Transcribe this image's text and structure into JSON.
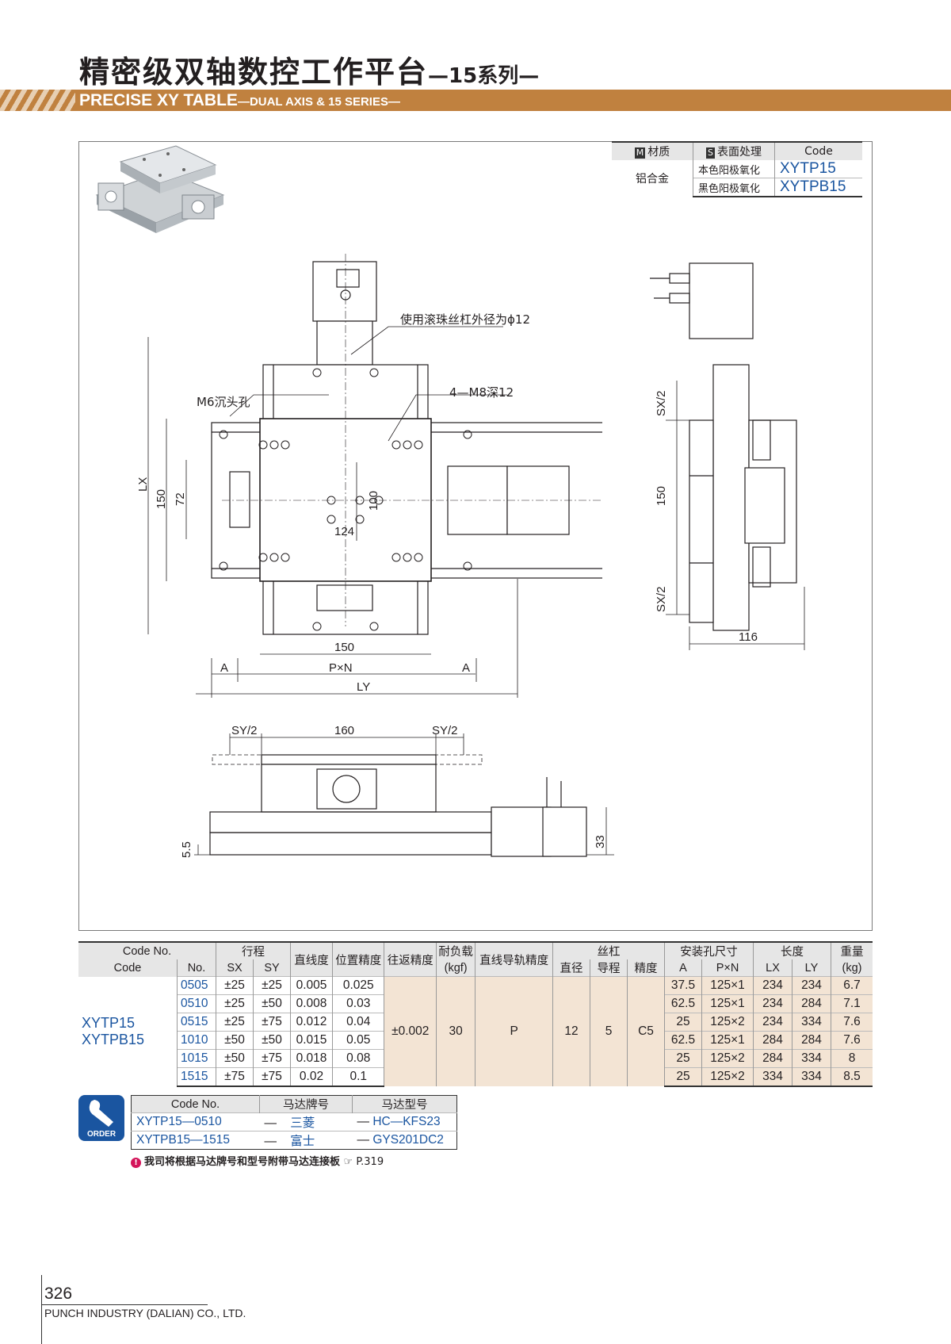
{
  "header": {
    "title_cn": "精密级双轴数控工作平台",
    "title_cn_suffix": "—15系列—",
    "title_en": "PRECISE XY TABLE",
    "title_en_suffix": "—DUAL AXIS & 15 SERIES—"
  },
  "material_table": {
    "headers": {
      "material_badge": "M",
      "material": "材质",
      "surface_badge": "S",
      "surface": "表面处理",
      "code": "Code"
    },
    "material": "铝合金",
    "rows": [
      {
        "surface": "本色阳极氧化",
        "code": "XYTP15"
      },
      {
        "surface": "黑色阳极氧化",
        "code": "XYTPB15"
      }
    ]
  },
  "drawing_labels": {
    "ballscrew_note": "使用滚珠丝杠外径为ϕ12",
    "counterbore": "M6沉头孔",
    "tap": "4—M8深12",
    "lx": "LX",
    "ly": "LY",
    "dim150a": "150",
    "dim72": "72",
    "dim100": "100",
    "dim124": "124",
    "dim150b": "150",
    "pxn": "P×N",
    "a": "A",
    "sx2": "SX/2",
    "side150": "150",
    "dim116": "116",
    "sy2": "SY/2",
    "dim160": "160",
    "dim55": "5.5",
    "dim33": "33"
  },
  "spec_table": {
    "headers": {
      "code_no": "Code No.",
      "code": "Code",
      "no": "No.",
      "stroke": "行程",
      "sx": "SX",
      "sy": "SY",
      "straightness": "直线度",
      "position_accuracy": "位置精度",
      "repeat_accuracy": "往返精度",
      "load": "耐负载",
      "load_unit": "(kgf)",
      "rail_accuracy": "直线导轨精度",
      "screw": "丝杠",
      "screw_dia": "直径",
      "screw_lead": "导程",
      "screw_accuracy": "精度",
      "mount": "安装孔尺寸",
      "mount_a": "A",
      "mount_pxn": "P×N",
      "length": "长度",
      "lx": "LX",
      "ly": "LY",
      "weight": "重量",
      "weight_unit": "(kg)"
    },
    "codes": [
      "XYTP15",
      "XYTPB15"
    ],
    "shared": {
      "repeat": "±0.002",
      "load": "30",
      "rail": "P",
      "dia": "12",
      "lead": "5",
      "accuracy": "C5"
    },
    "rows": [
      {
        "no": "0505",
        "sx": "±25",
        "sy": "±25",
        "straight": "0.005",
        "pos": "0.025",
        "a": "37.5",
        "pxn": "125×1",
        "lx": "234",
        "ly": "234",
        "kg": "6.7"
      },
      {
        "no": "0510",
        "sx": "±25",
        "sy": "±50",
        "straight": "0.008",
        "pos": "0.03",
        "a": "62.5",
        "pxn": "125×1",
        "lx": "234",
        "ly": "284",
        "kg": "7.1"
      },
      {
        "no": "0515",
        "sx": "±25",
        "sy": "±75",
        "straight": "0.012",
        "pos": "0.04",
        "a": "25",
        "pxn": "125×2",
        "lx": "234",
        "ly": "334",
        "kg": "7.6"
      },
      {
        "no": "1010",
        "sx": "±50",
        "sy": "±50",
        "straight": "0.015",
        "pos": "0.05",
        "a": "62.5",
        "pxn": "125×1",
        "lx": "284",
        "ly": "284",
        "kg": "7.6"
      },
      {
        "no": "1015",
        "sx": "±50",
        "sy": "±75",
        "straight": "0.018",
        "pos": "0.08",
        "a": "25",
        "pxn": "125×2",
        "lx": "284",
        "ly": "334",
        "kg": "8"
      },
      {
        "no": "1515",
        "sx": "±75",
        "sy": "±75",
        "straight": "0.02",
        "pos": "0.1",
        "a": "25",
        "pxn": "125×2",
        "lx": "334",
        "ly": "334",
        "kg": "8.5"
      }
    ]
  },
  "order": {
    "icon_label": "ORDER",
    "headers": {
      "code": "Code No.",
      "brand": "马达牌号",
      "model": "马达型号"
    },
    "rows": [
      {
        "code": "XYTP15—0510",
        "brand": "三菱",
        "model": "HC—KFS23"
      },
      {
        "code": "XYTPB15—1515",
        "brand": "富士",
        "model": "GYS201DC2"
      }
    ],
    "dash": "—",
    "note_mark": "!",
    "note": "我司将根据马达牌号和型号附带马达连接板",
    "note_ref": "☞ P.319"
  },
  "footer": {
    "page": "326",
    "company": "PUNCH INDUSTRY (DALIAN) CO., LTD."
  },
  "colors": {
    "band": "#c0813f",
    "code_blue": "#1a55a0",
    "tint": "#f3e4d4",
    "header_gray": "#e6e6e6"
  }
}
